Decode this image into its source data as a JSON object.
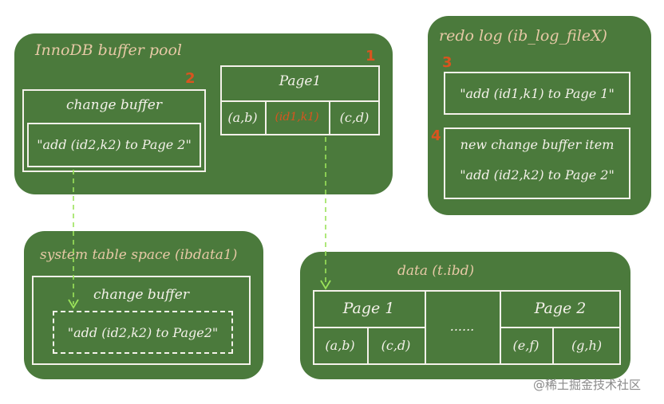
{
  "buffer_pool": {
    "title": "InnoDB buffer pool",
    "change_buffer": {
      "label": "change buffer",
      "item": "\"add (id2,k2) to Page 2\"",
      "step": "2"
    },
    "page1": {
      "label": "Page1",
      "cells": [
        "(a,b)",
        "(id1,k1)",
        "(c,d)"
      ],
      "step": "1"
    }
  },
  "redo_log": {
    "title": "redo log (ib_log_fileX)",
    "entry1": {
      "step": "3",
      "text": "\"add (id1,k1) to Page 1\""
    },
    "entry2": {
      "step": "4",
      "line1": "new change buffer item",
      "line2": "\"add (id2,k2) to Page 2\""
    }
  },
  "system_tablespace": {
    "title": "system table space (ibdata1)",
    "change_buffer_label": "change buffer",
    "item": "\"add (id2,k2) to Page2\""
  },
  "data_file": {
    "title": "data (t.ibd)",
    "page1_label": "Page 1",
    "page1_cells": [
      "(a,b)",
      "(c,d)"
    ],
    "ellipsis": "......",
    "page2_label": "Page 2",
    "page2_cells": [
      "(e,f)",
      "(g,h)"
    ]
  },
  "watermark": "@稀土掘金技术社区",
  "colors": {
    "panel": "#4b7a3c",
    "line": "#f4f1ea",
    "title": "#e7c9a6",
    "highlight": "#d9541f",
    "arrow": "#9be35a"
  }
}
